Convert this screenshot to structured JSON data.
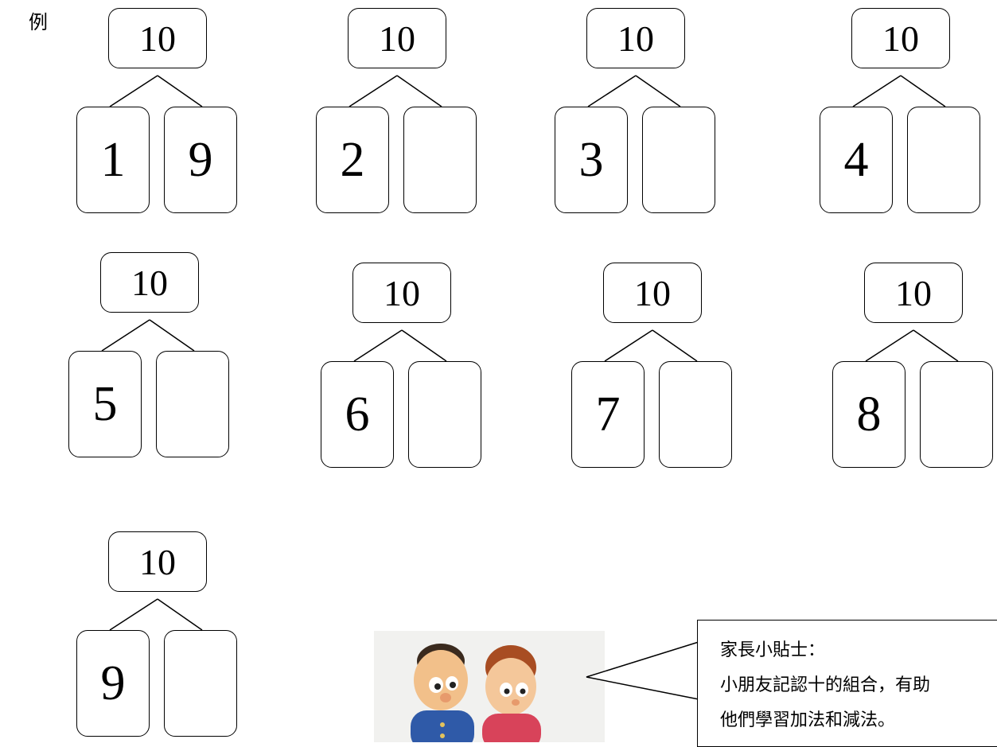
{
  "example_label": "例",
  "bonds": [
    {
      "whole": "10",
      "left": "1",
      "right": "9"
    },
    {
      "whole": "10",
      "left": "2",
      "right": ""
    },
    {
      "whole": "10",
      "left": "3",
      "right": ""
    },
    {
      "whole": "10",
      "left": "4",
      "right": ""
    },
    {
      "whole": "10",
      "left": "5",
      "right": ""
    },
    {
      "whole": "10",
      "left": "6",
      "right": ""
    },
    {
      "whole": "10",
      "left": "7",
      "right": ""
    },
    {
      "whole": "10",
      "left": "8",
      "right": ""
    },
    {
      "whole": "10",
      "left": "9",
      "right": ""
    }
  ],
  "parent_tip": {
    "title": "家長小貼士：",
    "line1": "小朋友記認十的組合，有助",
    "line2": "他們學習加法和減法。"
  }
}
